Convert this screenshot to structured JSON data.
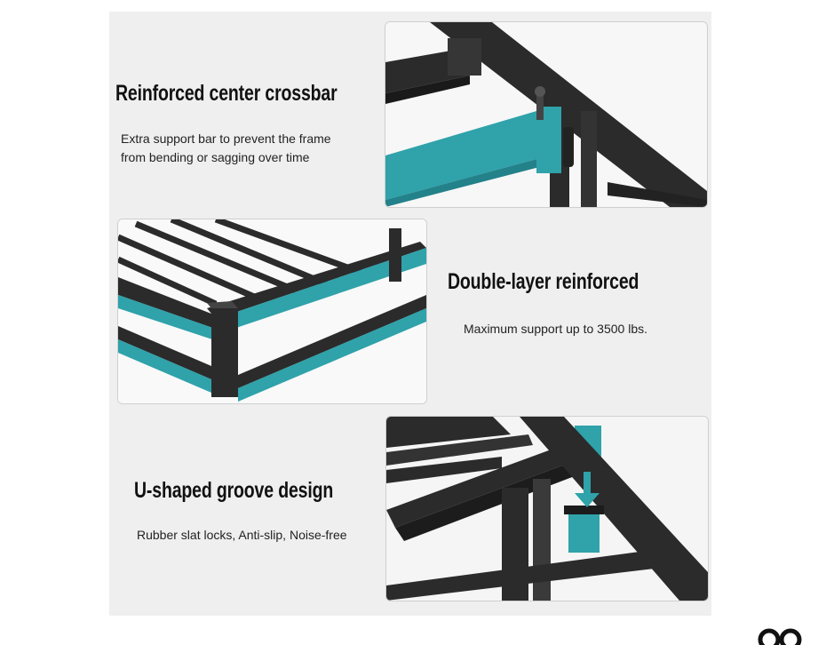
{
  "features": [
    {
      "heading": "Reinforced center crossbar",
      "description_lines": [
        "Extra support bar to prevent the frame",
        "from bending or sagging over time"
      ],
      "image_icon": "crossbar-closeup-image"
    },
    {
      "heading": "Double-layer reinforced",
      "description_lines": [
        "Maximum support up to 3500 lbs."
      ],
      "image_icon": "double-layer-frame-image"
    },
    {
      "heading": "U-shaped groove design",
      "description_lines": [
        "Rubber slat locks, Anti-slip, Noise-free"
      ],
      "image_icon": "u-groove-slat-lock-image"
    }
  ],
  "colors": {
    "frame_black": "#2b2b2b",
    "accent_teal": "#2fa2aa",
    "panel_bg": "#efefef"
  }
}
